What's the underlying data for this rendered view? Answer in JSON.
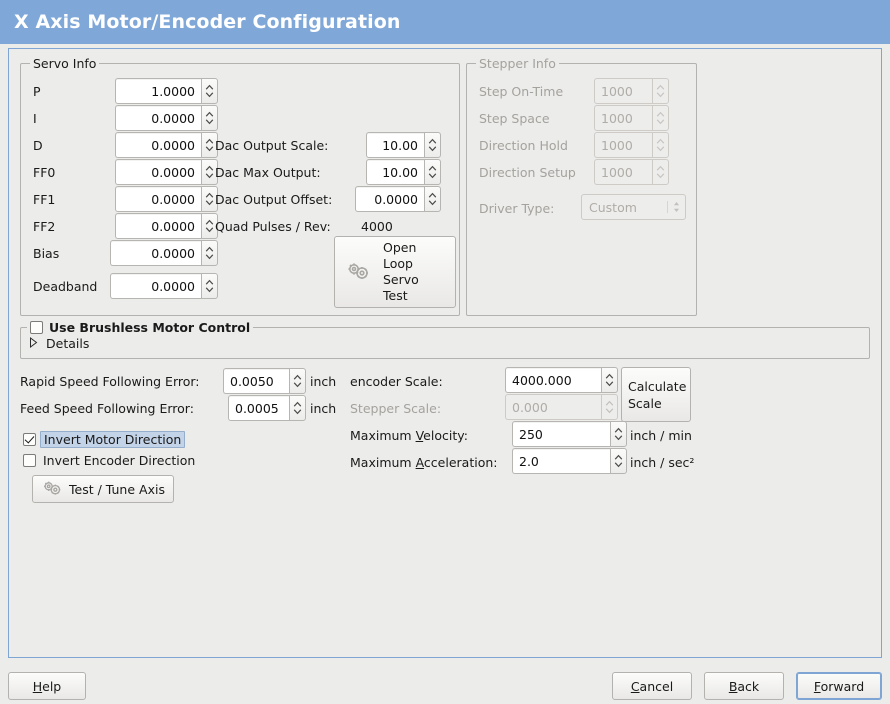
{
  "window": {
    "title": "X Axis Motor/Encoder Configuration"
  },
  "servo": {
    "legend": "Servo Info",
    "fields": [
      {
        "label": "P",
        "value": "1.0000"
      },
      {
        "label": "I",
        "value": "0.0000"
      },
      {
        "label": "D",
        "value": "0.0000"
      },
      {
        "label": "FF0",
        "value": "0.0000"
      },
      {
        "label": "FF1",
        "value": "0.0000"
      },
      {
        "label": "FF2",
        "value": "0.0000"
      },
      {
        "label": "Bias",
        "value": "0.0000"
      },
      {
        "label": "Deadband",
        "value": "0.0000"
      }
    ],
    "dac": [
      {
        "label": "Dac Output Scale:",
        "value": "10.00"
      },
      {
        "label": "Dac Max Output:",
        "value": "10.00"
      },
      {
        "label": "Dac Output Offset:",
        "value": "0.0000"
      }
    ],
    "quad_pulses_label": "Quad Pulses / Rev:",
    "quad_pulses_value": "4000",
    "open_loop_button": "Open\nLoop\nServo\nTest",
    "open_loop_lines": [
      "Open",
      "Loop",
      "Servo",
      "Test"
    ]
  },
  "stepper": {
    "legend": "Stepper Info",
    "disabled": true,
    "fields": [
      {
        "label": "Step On-Time",
        "value": "1000"
      },
      {
        "label": "Step Space",
        "value": "1000"
      },
      {
        "label": "Direction Hold",
        "value": "1000"
      },
      {
        "label": "Direction Setup",
        "value": "1000"
      }
    ],
    "driver_type_label": "Driver Type:",
    "driver_type_value": "Custom"
  },
  "brushless": {
    "legend": "Use Brushless Motor Control",
    "checked": false,
    "details_label": "Details",
    "expanded": false
  },
  "tuning": {
    "rapid_following_error": {
      "label": "Rapid Speed Following Error:",
      "value": "0.0050",
      "unit": "inch"
    },
    "feed_following_error": {
      "label": "Feed Speed Following Error:",
      "value": "0.0005",
      "unit": "inch"
    },
    "invert_motor": {
      "label": "Invert Motor Direction",
      "checked": true,
      "focused": true
    },
    "invert_encoder": {
      "label": "Invert Encoder Direction",
      "checked": false,
      "focused": false
    },
    "test_tune_button": "Test / Tune Axis"
  },
  "scales": {
    "encoder_scale": {
      "label": "encoder Scale:",
      "value": "4000.000",
      "disabled": false
    },
    "stepper_scale": {
      "label": "Stepper Scale:",
      "value": "0.000",
      "disabled": true
    },
    "max_velocity": {
      "label_pre": "Maximum ",
      "label_mnemonic": "V",
      "label_post": "elocity:",
      "value": "250",
      "unit": "inch / min"
    },
    "max_accel": {
      "label_pre": "Maximum ",
      "label_mnemonic": "A",
      "label_post": "cceleration:",
      "value": "2.0",
      "unit": "inch / sec²"
    },
    "calculate_button_lines": [
      "Calculate",
      "Scale"
    ]
  },
  "footer": {
    "help": {
      "pre": "",
      "mnemonic": "H",
      "post": "elp"
    },
    "cancel": {
      "pre": "",
      "mnemonic": "C",
      "post": "ancel"
    },
    "back": {
      "pre": "",
      "mnemonic": "B",
      "post": "ack"
    },
    "forward": {
      "pre": "",
      "mnemonic": "F",
      "post": "orward",
      "focused": true
    }
  },
  "colors": {
    "titlebar": "#7fa8d8",
    "background": "#ececeb",
    "frame_border": "#7ea5d4",
    "focus_highlight": "#c3d3e8",
    "disabled_text": "#a5a29d"
  }
}
